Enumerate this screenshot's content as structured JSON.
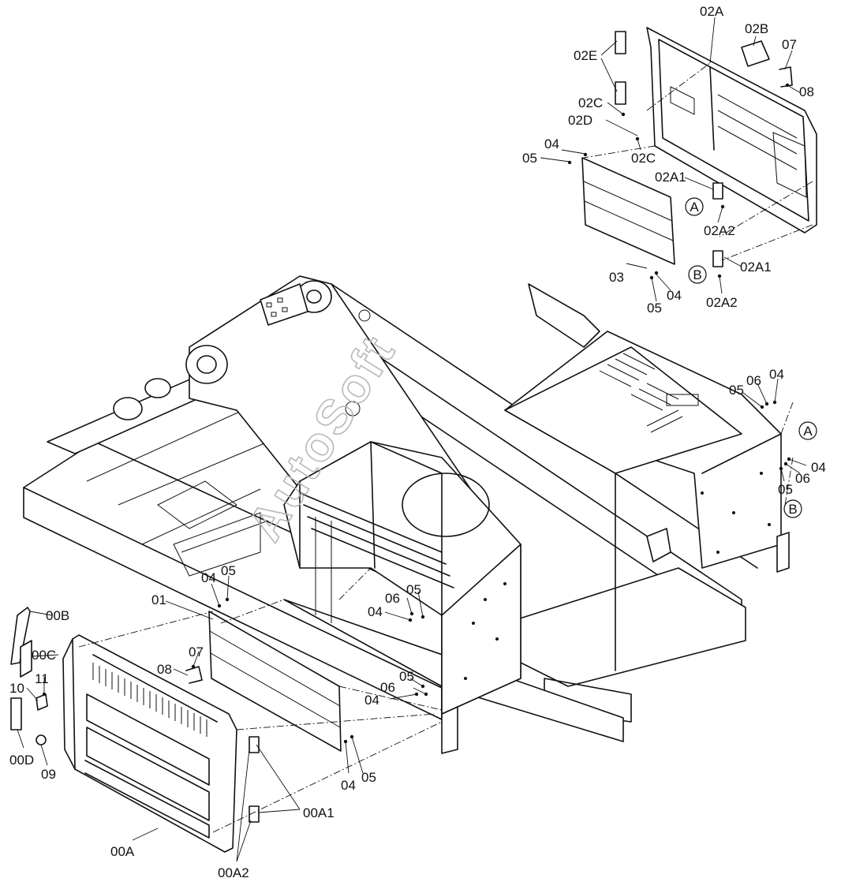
{
  "watermark": "AutoSoft",
  "labels": {
    "l_02A_top": "02A",
    "l_02B": "02B",
    "l_07_top": "07",
    "l_08_top": "08",
    "l_02E": "02E",
    "l_02C_a": "02C",
    "l_02D": "02D",
    "l_02C_b": "02C",
    "l_04_tl": "04",
    "l_05_tl": "05",
    "l_02A1_a": "02A1",
    "l_02A2_a": "02A2",
    "l_02A1_b": "02A1",
    "l_02A2_b": "02A2",
    "l_03": "03",
    "l_05_tm": "05",
    "l_04_tm": "04",
    "l_05_r": "05",
    "l_06_r": "06",
    "l_04_r": "04",
    "l_04_r2": "04",
    "l_06_r2": "06",
    "l_05_r2": "05",
    "l_04_ml": "04",
    "l_05_ml": "05",
    "l_01": "01",
    "l_06_m": "06",
    "l_05_m": "05",
    "l_04_m": "04",
    "l_00B": "00B",
    "l_00C": "00C",
    "l_07_b": "07",
    "l_08_b": "08",
    "l_10": "10",
    "l_11": "11",
    "l_06_m2": "06",
    "l_05_m2": "05",
    "l_04_m2": "04",
    "l_00D": "00D",
    "l_09": "09",
    "l_04_b": "04",
    "l_05_b": "05",
    "l_00A1": "00A1",
    "l_00A": "00A",
    "l_00A2": "00A2"
  },
  "callouts": {
    "A_top": "A",
    "B_top": "B",
    "A_right": "A",
    "B_right": "B"
  }
}
